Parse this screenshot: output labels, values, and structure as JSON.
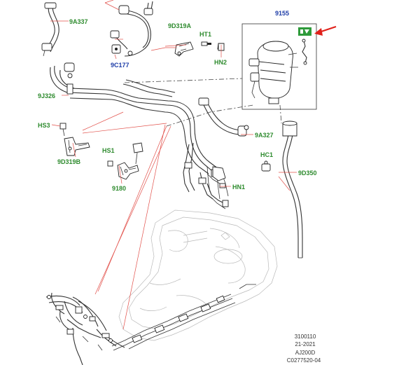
{
  "colors": {
    "label_green": "#2e8b2e",
    "label_blue": "#1f3ea8",
    "leader_red": "#e2504a",
    "arrow_red": "#e0201a",
    "badge_green": "#2e9a3a",
    "line_dark": "#333333",
    "line_faint": "#b9b9b9"
  },
  "labels": {
    "l_9a337": "9A337",
    "l_9d319a": "9D319A",
    "l_ht1": "HT1",
    "l_9155": "9155",
    "l_9c177": "9C177",
    "l_hn2": "HN2",
    "l_9j326": "9J326",
    "l_hs3": "HS3",
    "l_9a327": "9A327",
    "l_hc1": "HC1",
    "l_9d350": "9D350",
    "l_hs1": "HS1",
    "l_9d319b": "9D319B",
    "l_9180": "9180",
    "l_hn1": "HN1"
  },
  "footer": {
    "line1": "3100110",
    "line2": "21-2021",
    "line3": "AJ200D",
    "line4": "C0277520-04"
  },
  "icons": {
    "badge": "highlight-badge-icon",
    "arrow": "red-pointer-arrow-icon"
  }
}
